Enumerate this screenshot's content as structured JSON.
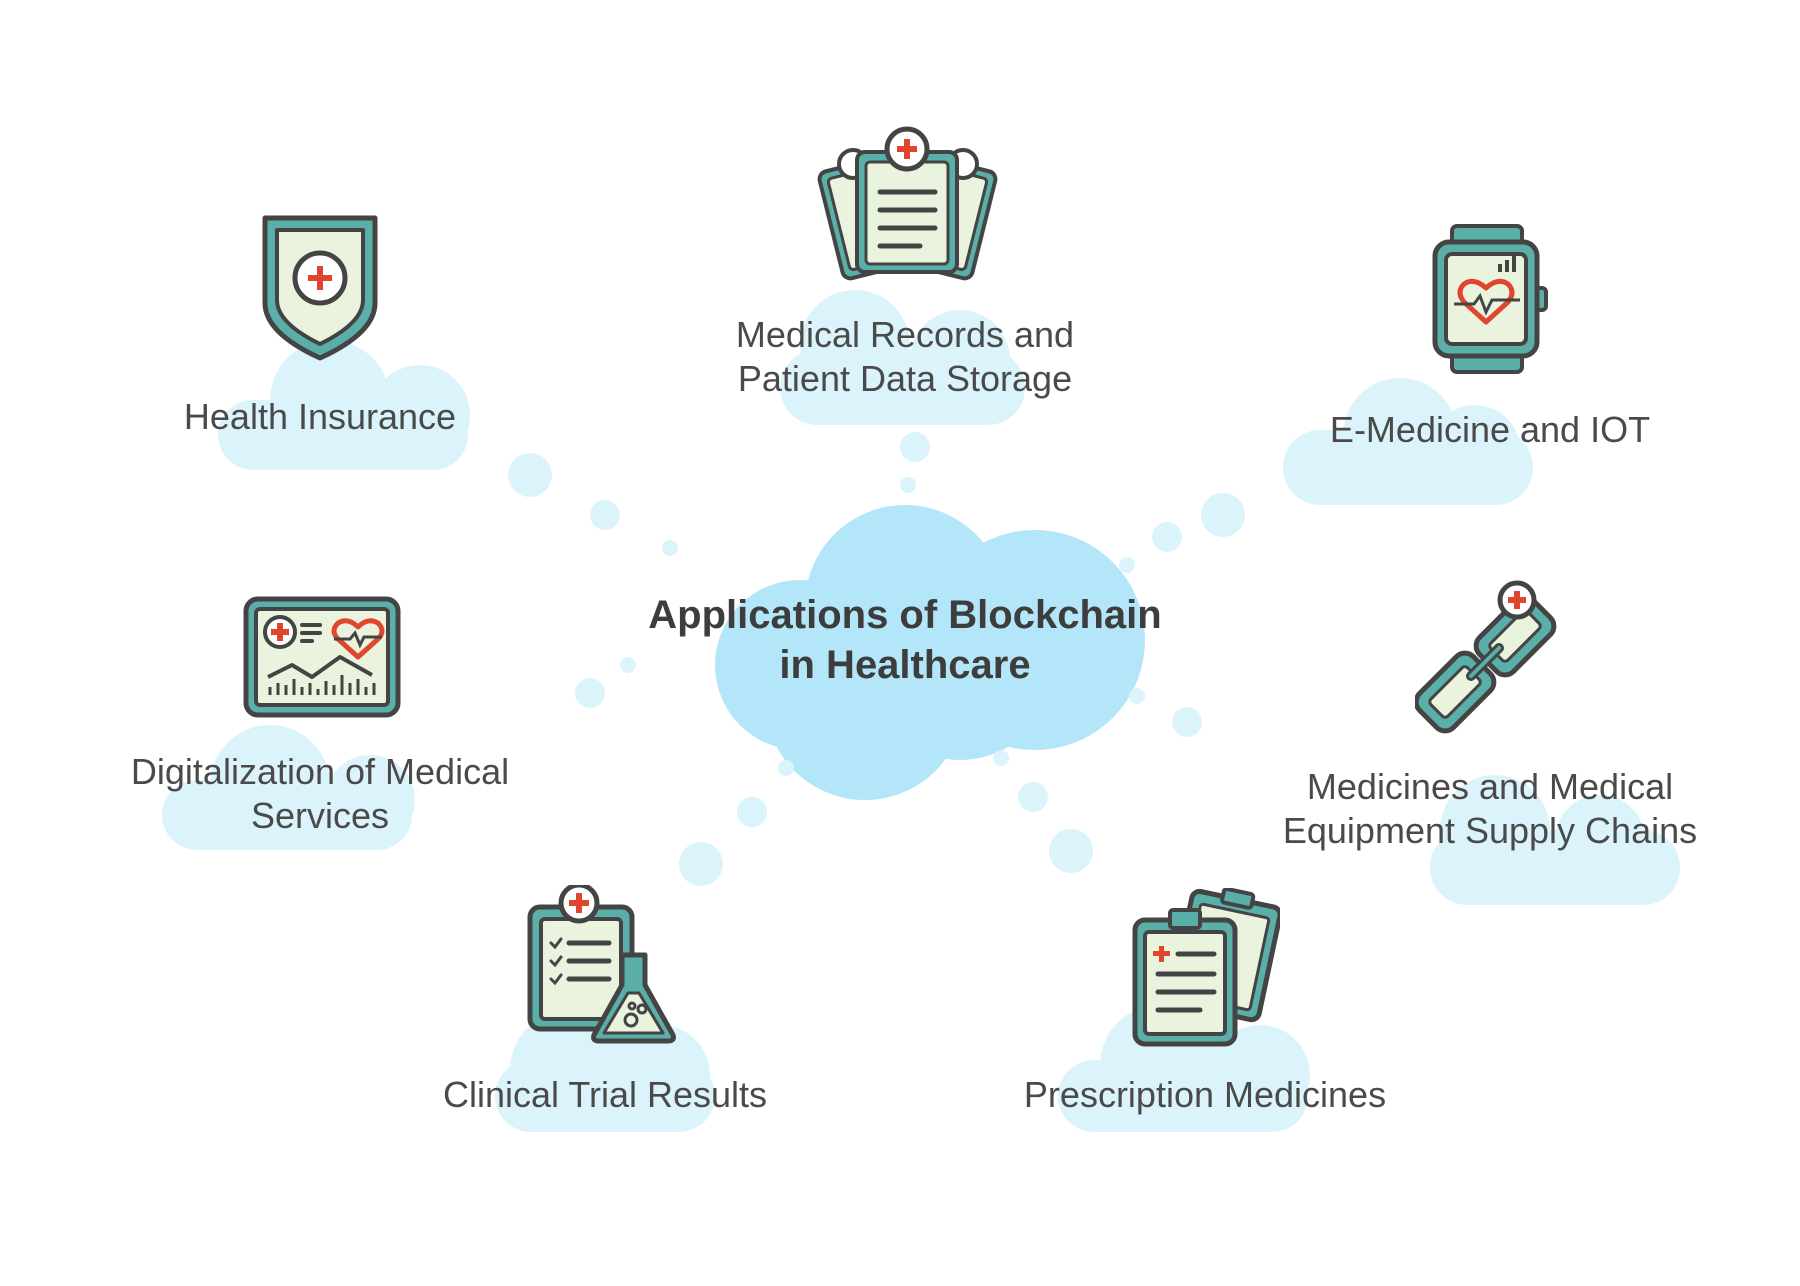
{
  "center": {
    "line1": "Applications of Blockchain",
    "line2": "in Healthcare"
  },
  "items": [
    {
      "line1": "Health Insurance",
      "line2": "",
      "icon": "shield-cross-icon"
    },
    {
      "line1": "Medical Records and",
      "line2": "Patient Data Storage",
      "icon": "medical-records-icon"
    },
    {
      "line1": "E-Medicine and IOT",
      "line2": "",
      "icon": "smartwatch-heart-icon"
    },
    {
      "line1": "Digitalization of Medical",
      "line2": "Services",
      "icon": "health-monitor-icon"
    },
    {
      "line1": "Medicines and Medical",
      "line2": "Equipment Supply Chains",
      "icon": "chain-link-icon"
    },
    {
      "line1": "Clinical Trial Results",
      "line2": "",
      "icon": "clipboard-flask-icon"
    },
    {
      "line1": "Prescription Medicines",
      "line2": "",
      "icon": "prescription-clipboard-icon"
    }
  ],
  "colors": {
    "teal": "#5aafa9",
    "outline": "#444444",
    "paper": "#eaf3dd",
    "red": "#e0462d",
    "cloud": "#dbf4fb",
    "center_cloud": "#b3e6f8"
  }
}
